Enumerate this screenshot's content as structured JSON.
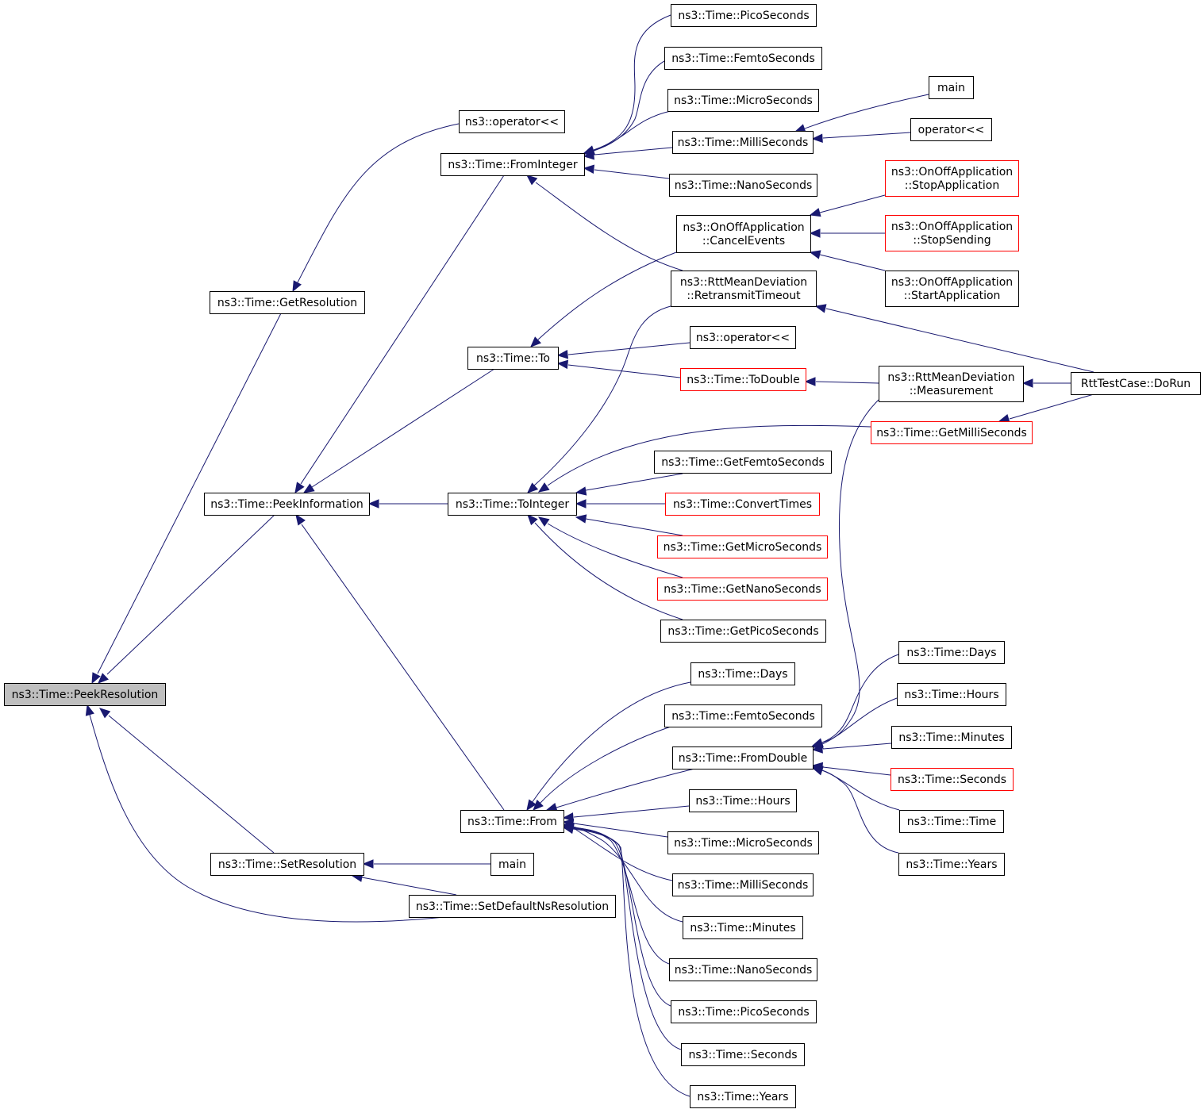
{
  "nodes": {
    "peek_resolution": {
      "label": [
        "ns3::Time::PeekResolution"
      ],
      "style": "root"
    },
    "get_resolution": {
      "label": [
        "ns3::Time::GetResolution"
      ],
      "style": "normal"
    },
    "op_lshift_top": {
      "label": [
        "ns3::operator<<"
      ],
      "style": "normal"
    },
    "from_integer": {
      "label": [
        "ns3::Time::FromInteger"
      ],
      "style": "normal"
    },
    "pico_top": {
      "label": [
        "ns3::Time::PicoSeconds"
      ],
      "style": "normal"
    },
    "femto_top": {
      "label": [
        "ns3::Time::FemtoSeconds"
      ],
      "style": "normal"
    },
    "micro_top": {
      "label": [
        "ns3::Time::MicroSeconds"
      ],
      "style": "normal"
    },
    "milli_top": {
      "label": [
        "ns3::Time::MilliSeconds"
      ],
      "style": "normal"
    },
    "nano_top": {
      "label": [
        "ns3::Time::NanoSeconds"
      ],
      "style": "normal"
    },
    "main_top": {
      "label": [
        "main"
      ],
      "style": "normal"
    },
    "op_lshift_right": {
      "label": [
        "operator<<"
      ],
      "style": "normal"
    },
    "stop_application": {
      "label": [
        "ns3::OnOffApplication",
        "::StopApplication"
      ],
      "style": "red"
    },
    "stop_sending": {
      "label": [
        "ns3::OnOffApplication",
        "::StopSending"
      ],
      "style": "red"
    },
    "start_application": {
      "label": [
        "ns3::OnOffApplication",
        "::StartApplication"
      ],
      "style": "normal"
    },
    "cancel_events": {
      "label": [
        "ns3::OnOffApplication",
        "::CancelEvents"
      ],
      "style": "normal"
    },
    "retransmit_timeout": {
      "label": [
        "ns3::RttMeanDeviation",
        "::RetransmitTimeout"
      ],
      "style": "normal"
    },
    "op_lshift_mid": {
      "label": [
        "ns3::operator<<"
      ],
      "style": "normal"
    },
    "time_to": {
      "label": [
        "ns3::Time::To"
      ],
      "style": "normal"
    },
    "to_double": {
      "label": [
        "ns3::Time::ToDouble"
      ],
      "style": "red"
    },
    "measurement": {
      "label": [
        "ns3::RttMeanDeviation",
        "::Measurement"
      ],
      "style": "normal"
    },
    "do_run": {
      "label": [
        "RttTestCase::DoRun"
      ],
      "style": "normal"
    },
    "get_milli": {
      "label": [
        "ns3::Time::GetMilliSeconds"
      ],
      "style": "red"
    },
    "peek_information": {
      "label": [
        "ns3::Time::PeekInformation"
      ],
      "style": "normal"
    },
    "to_integer": {
      "label": [
        "ns3::Time::ToInteger"
      ],
      "style": "normal"
    },
    "get_femto": {
      "label": [
        "ns3::Time::GetFemtoSeconds"
      ],
      "style": "normal"
    },
    "convert_times": {
      "label": [
        "ns3::Time::ConvertTimes"
      ],
      "style": "red"
    },
    "get_micro": {
      "label": [
        "ns3::Time::GetMicroSeconds"
      ],
      "style": "red"
    },
    "get_nano": {
      "label": [
        "ns3::Time::GetNanoSeconds"
      ],
      "style": "red"
    },
    "get_pico": {
      "label": [
        "ns3::Time::GetPicoSeconds"
      ],
      "style": "normal"
    },
    "days_right": {
      "label": [
        "ns3::Time::Days"
      ],
      "style": "normal"
    },
    "hours_right": {
      "label": [
        "ns3::Time::Hours"
      ],
      "style": "normal"
    },
    "minutes_right": {
      "label": [
        "ns3::Time::Minutes"
      ],
      "style": "normal"
    },
    "seconds_right": {
      "label": [
        "ns3::Time::Seconds"
      ],
      "style": "red"
    },
    "time_right": {
      "label": [
        "ns3::Time::Time"
      ],
      "style": "normal"
    },
    "years_right": {
      "label": [
        "ns3::Time::Years"
      ],
      "style": "normal"
    },
    "days_mid": {
      "label": [
        "ns3::Time::Days"
      ],
      "style": "normal"
    },
    "femto_bot": {
      "label": [
        "ns3::Time::FemtoSeconds"
      ],
      "style": "normal"
    },
    "from_double": {
      "label": [
        "ns3::Time::FromDouble"
      ],
      "style": "normal"
    },
    "hours_mid": {
      "label": [
        "ns3::Time::Hours"
      ],
      "style": "normal"
    },
    "time_from": {
      "label": [
        "ns3::Time::From"
      ],
      "style": "normal"
    },
    "micro_bot": {
      "label": [
        "ns3::Time::MicroSeconds"
      ],
      "style": "normal"
    },
    "milli_bot": {
      "label": [
        "ns3::Time::MilliSeconds"
      ],
      "style": "normal"
    },
    "minutes_mid": {
      "label": [
        "ns3::Time::Minutes"
      ],
      "style": "normal"
    },
    "nano_bot": {
      "label": [
        "ns3::Time::NanoSeconds"
      ],
      "style": "normal"
    },
    "pico_bot": {
      "label": [
        "ns3::Time::PicoSeconds"
      ],
      "style": "normal"
    },
    "seconds_mid": {
      "label": [
        "ns3::Time::Seconds"
      ],
      "style": "normal"
    },
    "years_mid": {
      "label": [
        "ns3::Time::Years"
      ],
      "style": "normal"
    },
    "set_resolution": {
      "label": [
        "ns3::Time::SetResolution"
      ],
      "style": "normal"
    },
    "main_bot": {
      "label": [
        "main"
      ],
      "style": "normal"
    },
    "set_default_ns": {
      "label": [
        "ns3::Time::SetDefaultNsResolution"
      ],
      "style": "normal"
    }
  },
  "edges": [
    [
      "peek_resolution",
      "get_resolution"
    ],
    [
      "peek_resolution",
      "peek_information"
    ],
    [
      "peek_resolution",
      "set_resolution"
    ],
    [
      "peek_resolution",
      "set_default_ns"
    ],
    [
      "get_resolution",
      "op_lshift_top"
    ],
    [
      "peek_information",
      "from_integer"
    ],
    [
      "peek_information",
      "time_to"
    ],
    [
      "peek_information",
      "to_integer"
    ],
    [
      "peek_information",
      "time_from"
    ],
    [
      "from_integer",
      "pico_top"
    ],
    [
      "from_integer",
      "femto_top"
    ],
    [
      "from_integer",
      "micro_top"
    ],
    [
      "from_integer",
      "milli_top"
    ],
    [
      "from_integer",
      "nano_top"
    ],
    [
      "from_integer",
      "retransmit_timeout"
    ],
    [
      "milli_top",
      "main_top"
    ],
    [
      "milli_top",
      "op_lshift_right"
    ],
    [
      "time_to",
      "cancel_events"
    ],
    [
      "time_to",
      "op_lshift_mid"
    ],
    [
      "time_to",
      "to_double"
    ],
    [
      "cancel_events",
      "stop_application"
    ],
    [
      "cancel_events",
      "stop_sending"
    ],
    [
      "cancel_events",
      "start_application"
    ],
    [
      "retransmit_timeout",
      "do_run"
    ],
    [
      "to_double",
      "measurement"
    ],
    [
      "measurement",
      "do_run"
    ],
    [
      "to_integer",
      "retransmit_timeout"
    ],
    [
      "to_integer",
      "get_milli"
    ],
    [
      "to_integer",
      "get_femto"
    ],
    [
      "to_integer",
      "convert_times"
    ],
    [
      "to_integer",
      "get_micro"
    ],
    [
      "to_integer",
      "get_nano"
    ],
    [
      "to_integer",
      "get_pico"
    ],
    [
      "get_milli",
      "do_run"
    ],
    [
      "time_from",
      "days_mid"
    ],
    [
      "time_from",
      "femto_bot"
    ],
    [
      "time_from",
      "from_double"
    ],
    [
      "time_from",
      "hours_mid"
    ],
    [
      "time_from",
      "micro_bot"
    ],
    [
      "time_from",
      "milli_bot"
    ],
    [
      "time_from",
      "minutes_mid"
    ],
    [
      "time_from",
      "nano_bot"
    ],
    [
      "time_from",
      "pico_bot"
    ],
    [
      "time_from",
      "seconds_mid"
    ],
    [
      "time_from",
      "years_mid"
    ],
    [
      "from_double",
      "measurement"
    ],
    [
      "from_double",
      "days_right"
    ],
    [
      "from_double",
      "hours_right"
    ],
    [
      "from_double",
      "minutes_right"
    ],
    [
      "from_double",
      "seconds_right"
    ],
    [
      "from_double",
      "time_right"
    ],
    [
      "from_double",
      "years_right"
    ],
    [
      "set_resolution",
      "main_bot"
    ],
    [
      "set_resolution",
      "set_default_ns"
    ]
  ]
}
